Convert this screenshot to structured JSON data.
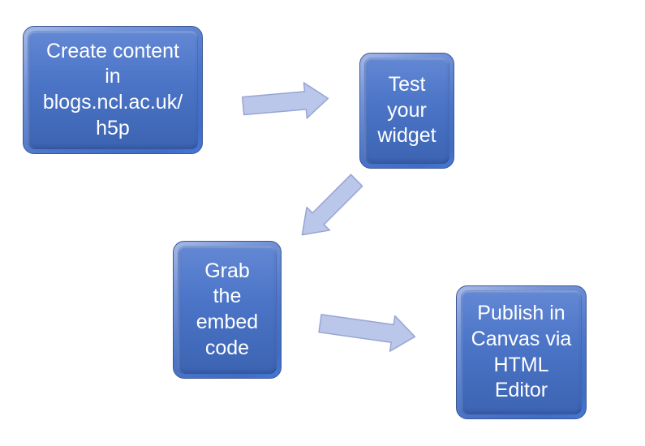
{
  "diagram": {
    "type": "flowchart",
    "nodes": [
      {
        "id": "create-content",
        "label": "Create content\nin\nblogs.ncl.ac.uk/\nh5p"
      },
      {
        "id": "test-widget",
        "label": "Test\nyour\nwidget"
      },
      {
        "id": "grab-embed",
        "label": "Grab\nthe\nembed\ncode"
      },
      {
        "id": "publish-canvas",
        "label": "Publish in\nCanvas via\nHTML\nEditor"
      }
    ],
    "connectors": [
      {
        "from": "create-content",
        "to": "test-widget",
        "direction": "right-slightly-up"
      },
      {
        "from": "test-widget",
        "to": "grab-embed",
        "direction": "down-left"
      },
      {
        "from": "grab-embed",
        "to": "publish-canvas",
        "direction": "right-slightly-down"
      }
    ]
  },
  "colors": {
    "page_background": "#ffffff",
    "node_fill_top": "#6388d4",
    "node_fill_bottom": "#3c64b2",
    "node_bevel_light": "#a5b9e7",
    "node_border": "#3d5691",
    "node_text": "#ffffff",
    "arrow_fill": "#bac6ea",
    "arrow_stroke": "#98a5d3"
  }
}
